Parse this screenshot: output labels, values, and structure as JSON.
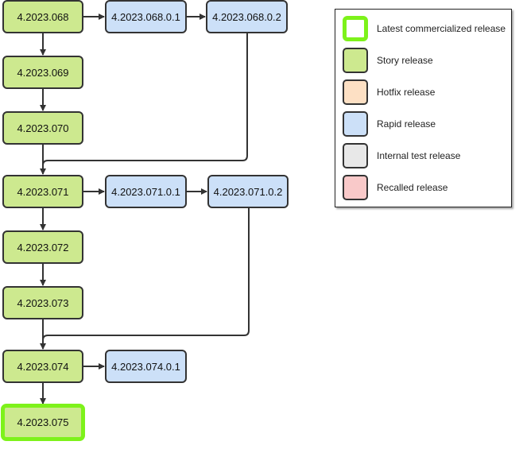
{
  "nodes": {
    "n068": "4.2023.068",
    "n068_0_1": "4.2023.068.0.1",
    "n068_0_2": "4.2023.068.0.2",
    "n069": "4.2023.069",
    "n070": "4.2023.070",
    "n071": "4.2023.071",
    "n071_0_1": "4.2023.071.0.1",
    "n071_0_2": "4.2023.071.0.2",
    "n072": "4.2023.072",
    "n073": "4.2023.073",
    "n074": "4.2023.074",
    "n074_0_1": "4.2023.074.0.1",
    "n075": "4.2023.075"
  },
  "legend": {
    "latest": {
      "label": "Latest commercialized release",
      "color": "#7df21a"
    },
    "story": {
      "label": "Story release",
      "color": "#cde98f"
    },
    "hotfix": {
      "label": "Hotfix release",
      "color": "#fde0c4"
    },
    "rapid": {
      "label": "Rapid release",
      "color": "#cce0f8"
    },
    "internal": {
      "label": "Internal test release",
      "color": "#e8e8e8"
    },
    "recalled": {
      "label": "Recalled release",
      "color": "#f9c9c9"
    }
  }
}
